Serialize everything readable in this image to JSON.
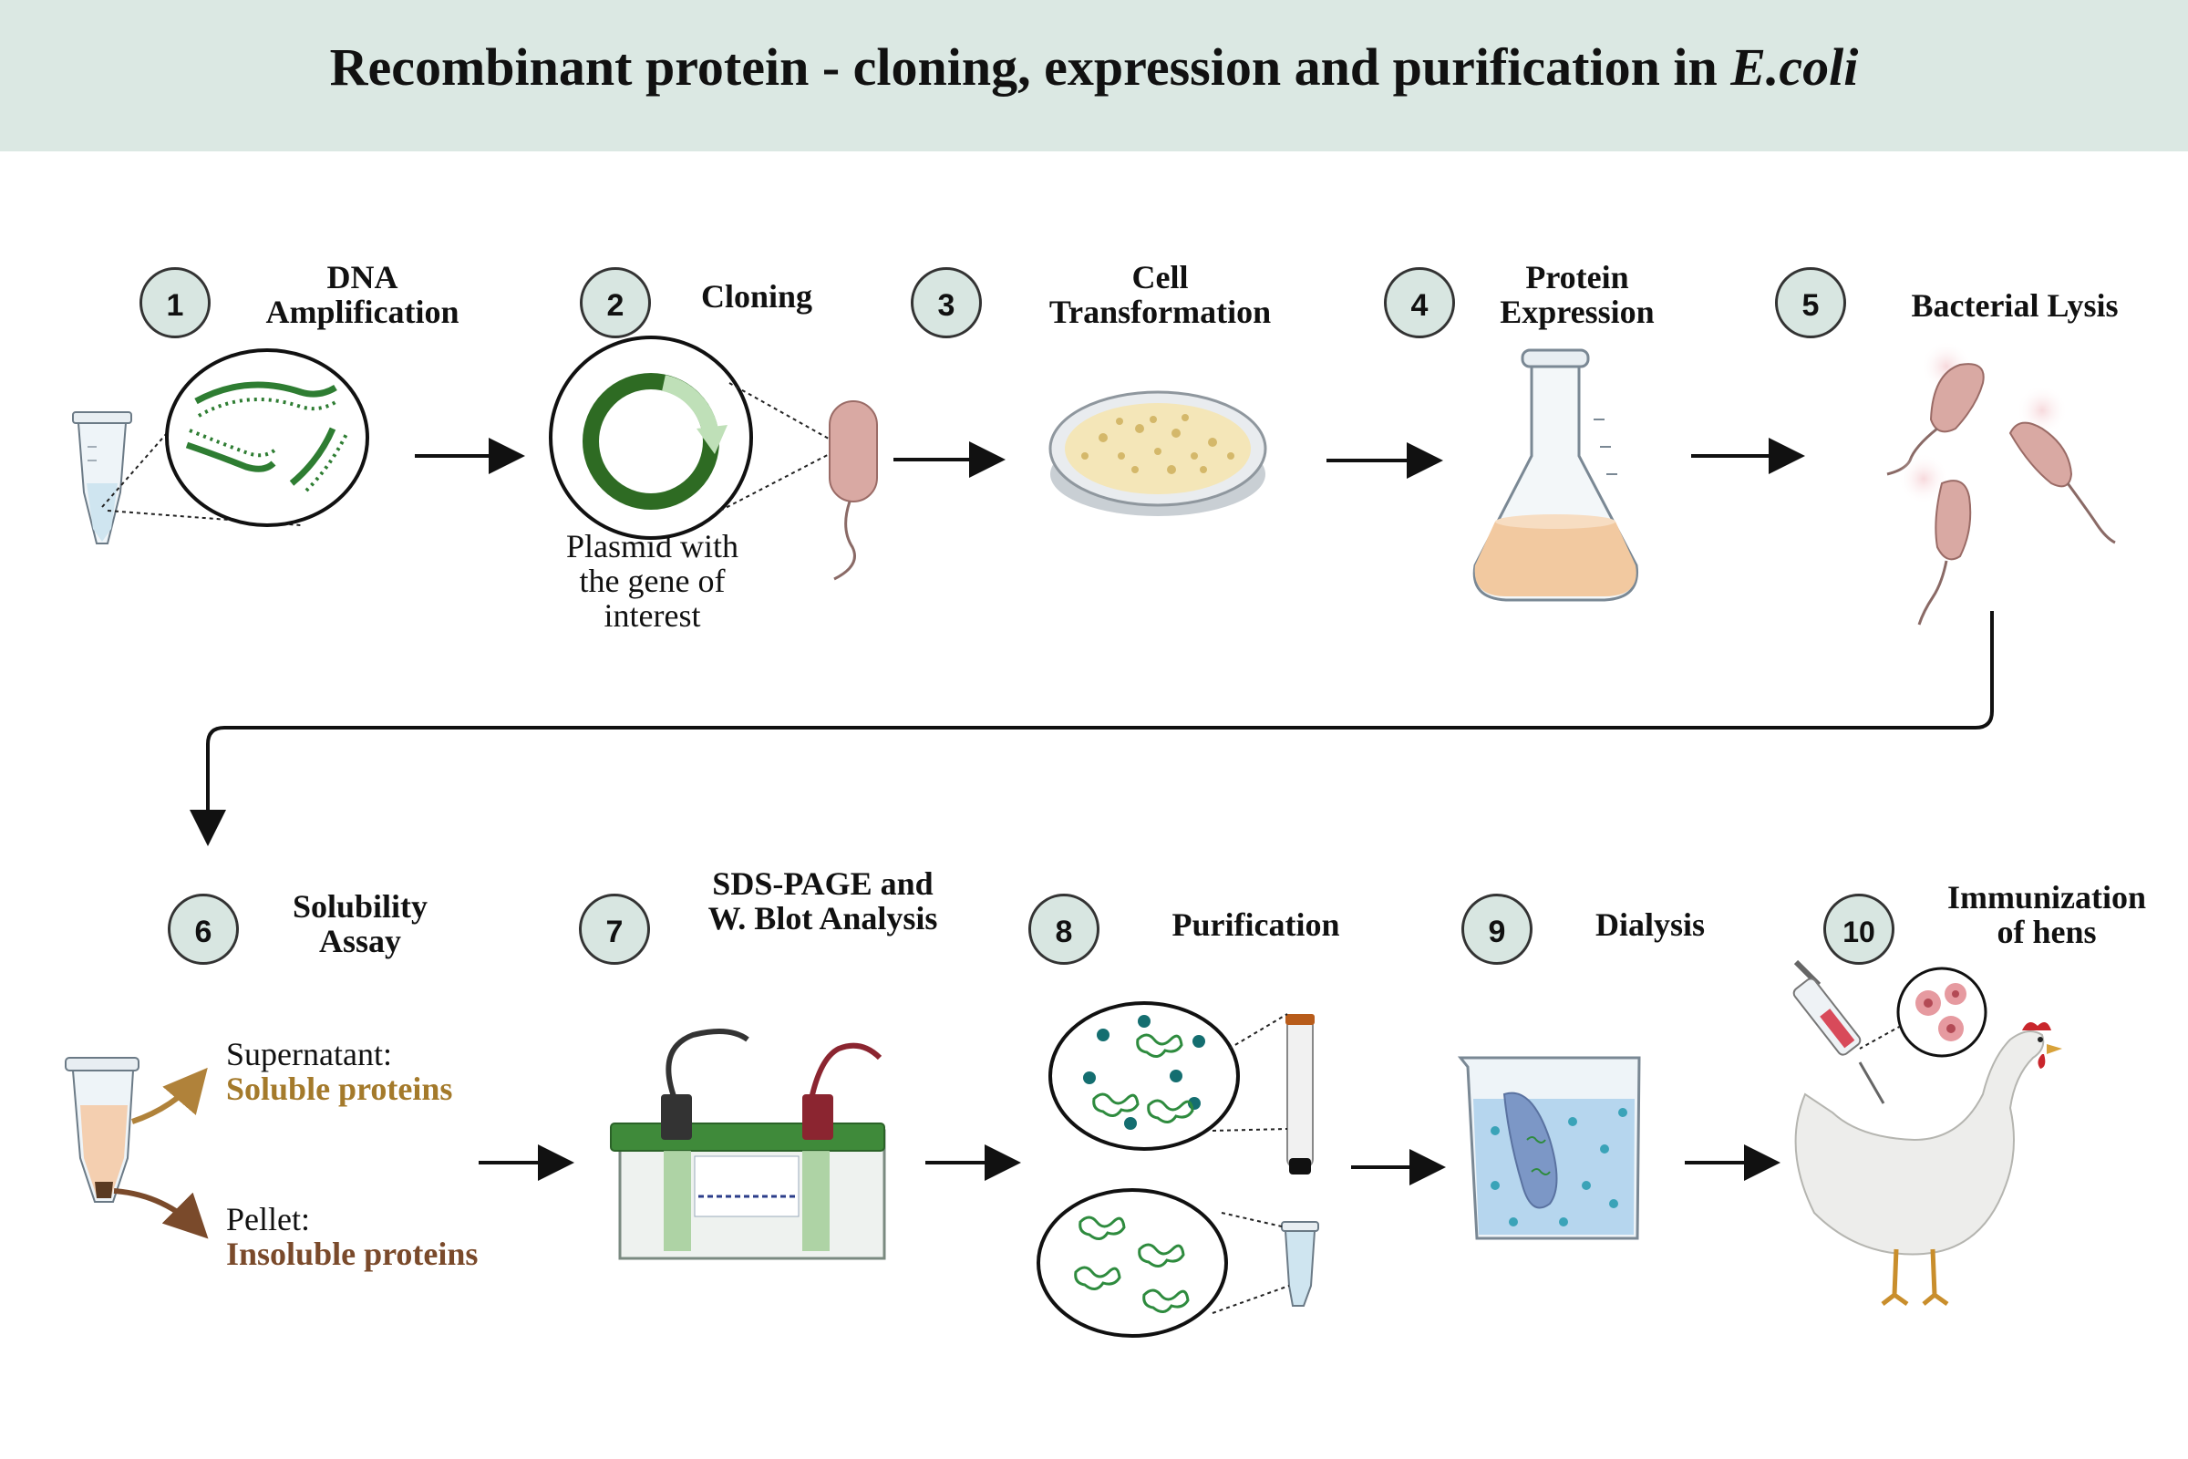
{
  "title": {
    "main": "Recombinant protein - cloning, expression and purification in ",
    "organism": "E.coli"
  },
  "steps": [
    {
      "number": "1",
      "label_line1": "DNA",
      "label_line2": "Amplification"
    },
    {
      "number": "2",
      "label": "Cloning"
    },
    {
      "number": "3",
      "label_line1": "Cell",
      "label_line2": "Transformation"
    },
    {
      "number": "4",
      "label_line1": "Protein",
      "label_line2": "Expression"
    },
    {
      "number": "5",
      "label": "Bacterial Lysis"
    },
    {
      "number": "6",
      "label_line1": "Solubility",
      "label_line2": "Assay"
    },
    {
      "number": "7",
      "label_line1": "SDS-PAGE and",
      "label_line2": "W. Blot Analysis"
    },
    {
      "number": "8",
      "label": "Purification"
    },
    {
      "number": "9",
      "label": "Dialysis"
    },
    {
      "number": "10",
      "label_line1": "Immunization",
      "label_line2": "of hens"
    }
  ],
  "plasmid_note": {
    "line1": "Plasmid with",
    "line2": "the gene of",
    "line3": "interest"
  },
  "solubility": {
    "supernatant_label": "Supernatant:",
    "supernatant_value": "Soluble proteins",
    "pellet_label": "Pellet:",
    "pellet_value": "Insoluble proteins"
  },
  "colors": {
    "header_bg": "#dbe8e3",
    "badge_bg": "#d8e6e1",
    "dna_green": "#2e7d32",
    "soluble_text": "#a47a2b",
    "insoluble_text": "#7a4a2b"
  }
}
